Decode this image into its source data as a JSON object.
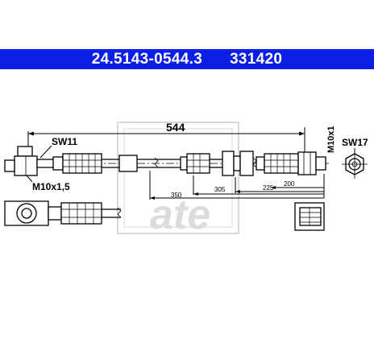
{
  "header": {
    "part_number": "24.5143-0544.3",
    "ref_number": "331420",
    "bar_color": "#0a1ee6"
  },
  "watermark": {
    "logo_text": "ate",
    "color": "#d8d8d8"
  },
  "dimensions": {
    "total_length": "544",
    "d350": "350",
    "d305": "305",
    "d225": "225",
    "d200": "200"
  },
  "labels": {
    "sw_left": "SW11",
    "thread_left": "M10x1,5",
    "thread_right": "M10x1",
    "sw_right": "SW17"
  }
}
